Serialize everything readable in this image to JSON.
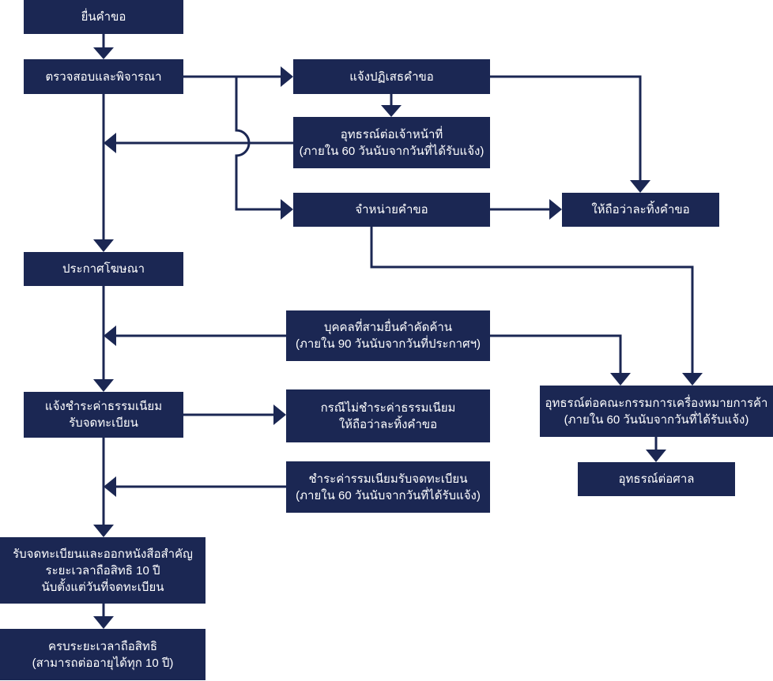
{
  "colors": {
    "node_fill": "#1b2753",
    "node_text": "#ffffff",
    "connector": "#1b2753"
  },
  "nodes": {
    "submit": {
      "lines": [
        "ยื่นคำขอ"
      ]
    },
    "examine": {
      "lines": [
        "ตรวจสอบและพิจารณา"
      ]
    },
    "reject": {
      "lines": [
        "แจ้งปฏิเสธคำขอ"
      ]
    },
    "appeal_officer": {
      "lines": [
        "อุทธรณ์ต่อเจ้าหน้าที่",
        "(ภายใน 60 วันนับจากวันที่ได้รับแจ้ง)"
      ]
    },
    "dispose": {
      "lines": [
        "จำหน่ายคำขอ"
      ]
    },
    "abandon": {
      "lines": [
        "ให้ถือว่าละทิ้งคำขอ"
      ]
    },
    "publish": {
      "lines": [
        "ประกาศโฆษณา"
      ]
    },
    "opposition": {
      "lines": [
        "บุคคลที่สามยื่นคำคัดค้าน",
        "(ภายใน 90 วันนับจากวันที่ประกาศฯ)"
      ]
    },
    "appeal_board": {
      "lines": [
        "อุทธรณ์ต่อคณะกรรมการเครื่องหมายการค้า",
        "(ภายใน 60 วันนับจากวันที่ได้รับแจ้ง)"
      ]
    },
    "notify_fee": {
      "lines": [
        "แจ้งชำระค่าธรรมเนียม",
        "รับจดทะเบียน"
      ]
    },
    "no_payment": {
      "lines": [
        "กรณีไม่ชำระค่าธรรมเนียม",
        "ให้ถือว่าละทิ้งคำขอ"
      ]
    },
    "appeal_court": {
      "lines": [
        "อุทธรณ์ต่อศาล"
      ]
    },
    "pay_fee": {
      "lines": [
        "ชำระค่ารรมเนียมรับจดทะเบียน",
        "(ภายใน 60 วันนับจากวันที่ได้รับแจ้ง)"
      ]
    },
    "register": {
      "lines": [
        "รับจดทะเบียนและออกหนังสือสำคัญ",
        "ระยะเวลาถือสิทธิ 10 ปี",
        "นับตั้งแต่วันที่จดทะเบียน"
      ]
    },
    "expire": {
      "lines": [
        "ครบระยะเวลาถือสิทธิ",
        "(สามารถต่ออายุได้ทุก 10 ปี)"
      ]
    }
  },
  "edges": [
    {
      "from": "submit",
      "to": "examine"
    },
    {
      "from": "examine",
      "to": "reject"
    },
    {
      "from": "examine",
      "to": "dispose"
    },
    {
      "from": "examine",
      "to": "publish"
    },
    {
      "from": "reject",
      "to": "appeal_officer"
    },
    {
      "from": "reject",
      "to": "abandon"
    },
    {
      "from": "appeal_officer",
      "to": "publish"
    },
    {
      "from": "dispose",
      "to": "abandon"
    },
    {
      "from": "dispose",
      "to": "appeal_board"
    },
    {
      "from": "opposition",
      "to": "notify_fee"
    },
    {
      "from": "opposition",
      "to": "appeal_board"
    },
    {
      "from": "publish",
      "to": "notify_fee"
    },
    {
      "from": "notify_fee",
      "to": "no_payment"
    },
    {
      "from": "appeal_board",
      "to": "appeal_court"
    },
    {
      "from": "notify_fee",
      "to": "register"
    },
    {
      "from": "pay_fee",
      "to": "register"
    },
    {
      "from": "register",
      "to": "expire"
    }
  ]
}
